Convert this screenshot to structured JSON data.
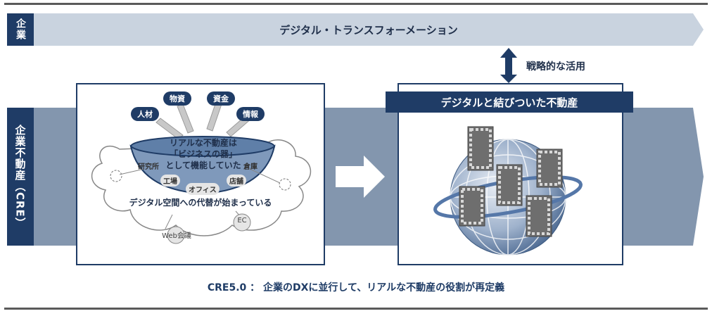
{
  "top_band": {
    "label": "企業",
    "title": "デジタル・トランスフォーメーション"
  },
  "strategic_link": "戦略的な活用",
  "side_band": {
    "label": "企業不動産（CRE）"
  },
  "left_panel": {
    "tags": [
      "人材",
      "物資",
      "資金",
      "情報"
    ],
    "bowl_text_line1": "リアルな不動産は",
    "bowl_text_line2": "「ビジネスの器」",
    "bowl_text_line3": "として機能していた",
    "facilities": [
      "研究所",
      "倉庫",
      "工場",
      "オフィス",
      "店舗"
    ],
    "shift_text": "デジタル空間への代替が始まっている",
    "virtual_items": [
      "Web会議",
      "EC"
    ]
  },
  "right_panel": {
    "title": "デジタルと結びついた不動産"
  },
  "caption": "CRE5.0 ： 企業のDXに並行して、リアルな不動産の役割が再定義",
  "colors": {
    "navy": "#1f3c66",
    "band_light": "#c9d3df",
    "band_mid": "#8396ae",
    "globe": "#8fa6c4"
  }
}
